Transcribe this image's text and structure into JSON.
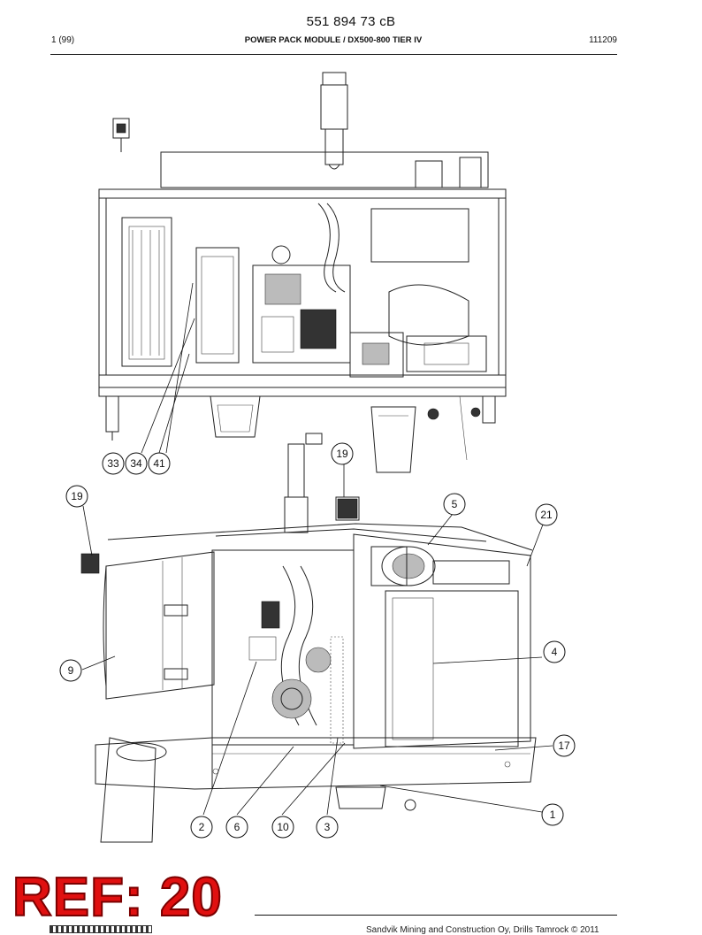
{
  "header": {
    "doc_number": "551 894 73 cB",
    "page": "1 (99)",
    "title": "POWER PACK MODULE / DX500-800 TIER IV",
    "date_code": "111209"
  },
  "callouts": [
    "33",
    "34",
    "41",
    "19",
    "19",
    "5",
    "21",
    "4",
    "9",
    "17",
    "1",
    "2",
    "6",
    "10",
    "3"
  ],
  "stamp": {
    "text": "REF: 20",
    "color": "#e01010"
  },
  "footer": {
    "copyright": "Sandvik Mining and Construction Oy, Drills Tamrock © 2011"
  }
}
